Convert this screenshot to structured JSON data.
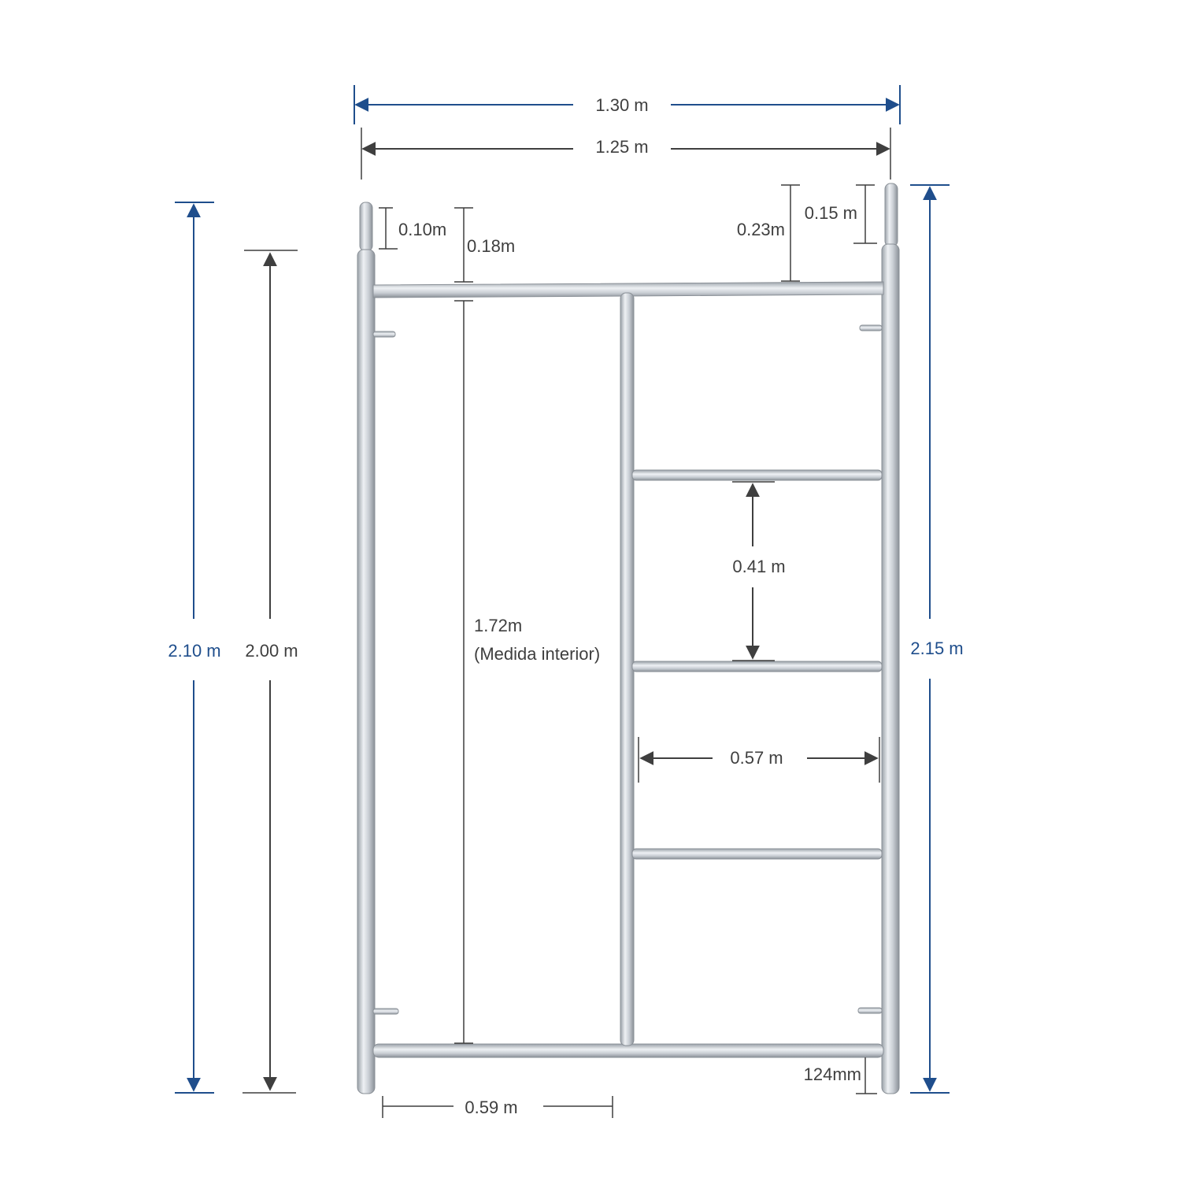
{
  "colors": {
    "dimension_blue": "#1f4e8c",
    "dimension_dark": "#3f3f3f",
    "tube": "#c4cad1"
  },
  "dimensions": {
    "overall_width": "1.30 m",
    "frame_width": "1.25 m",
    "left_pin_length": "0.10m",
    "left_top_offset": "0.18m",
    "right_top_offset": "0.23m",
    "right_pin_length": "0.15 m",
    "left_total_height": "2.10 m",
    "left_frame_height": "2.00 m",
    "interior_height": "1.72m",
    "interior_height_note": "(Medida interior)",
    "rung_spacing": "0.41 m",
    "ladder_width": "0.57 m",
    "right_total_height": "2.15 m",
    "bottom_offset": "124mm",
    "left_section_width": "0.59 m"
  }
}
